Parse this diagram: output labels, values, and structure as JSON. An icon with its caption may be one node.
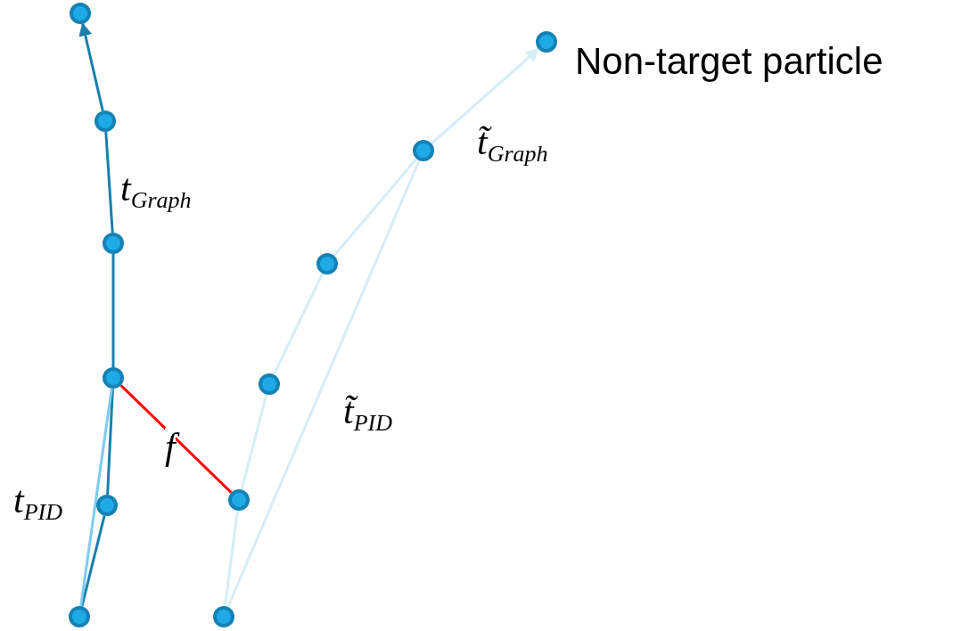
{
  "diagram": {
    "nodes": [
      {
        "text": [],
        "shape": "circle"
      },
      {
        "text": [],
        "shape": "circle"
      },
      {
        "text": [],
        "shape": "circle"
      },
      {
        "text": [],
        "shape": "circle"
      },
      {
        "text": [],
        "shape": "circle"
      },
      {
        "text": [],
        "shape": "circle"
      },
      {
        "text": [],
        "shape": "circle",
        "beside": [
          "Non-target particle"
        ]
      },
      {
        "text": [],
        "shape": "circle"
      },
      {
        "text": [],
        "shape": "circle"
      },
      {
        "text": [],
        "shape": "circle"
      },
      {
        "text": [],
        "shape": "circle"
      },
      {
        "text": [],
        "shape": "circle"
      }
    ],
    "edges": [
      {
        "from": 5,
        "to": 4,
        "arrow": "none",
        "color": "#1a7fad"
      },
      {
        "from": 4,
        "to": 3,
        "arrow": "none",
        "color": "#1a7fad"
      },
      {
        "from": 3,
        "to": 2,
        "arrow": "none",
        "color": "#1a7fad"
      },
      {
        "from": 2,
        "to": 1,
        "arrow": "none",
        "color": "#1a7fad"
      },
      {
        "from": 1,
        "to": 0,
        "arrow": "to",
        "color": "#1a7fad"
      },
      {
        "from": 5,
        "to": 3,
        "arrow": "none",
        "color": "#7dcbee"
      },
      {
        "from": 3,
        "to": 10,
        "arrow": "none",
        "label": "f",
        "color": "#ff0000"
      },
      {
        "from": 11,
        "to": 10,
        "arrow": "none"
      },
      {
        "from": 10,
        "to": 9,
        "arrow": "none"
      },
      {
        "from": 9,
        "to": 8,
        "arrow": "none"
      },
      {
        "from": 8,
        "to": 7,
        "arrow": "none"
      },
      {
        "from": 7,
        "to": 6,
        "arrow": "to"
      },
      {
        "from": 11,
        "to": 7,
        "arrow": "none"
      }
    ],
    "labels": [
      "t$_{Graph}$",
      "t̃$_{Graph}$",
      "t̃$_{PID}$",
      "t$_{PID}$"
    ]
  }
}
